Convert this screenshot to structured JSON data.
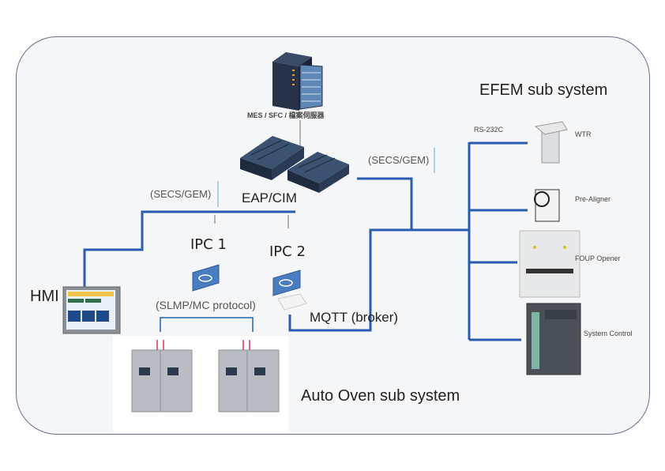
{
  "diagram": {
    "server_label": "MES / SFC / 檔案伺服器",
    "eap_label": "EAP/CIM",
    "secs_left_label": "(SECS/GEM)",
    "secs_right_label": "(SECS/GEM)",
    "ipc1_label": "IPC 1",
    "ipc2_label": "IPC 2",
    "hmi_label": "HMI",
    "slmp_label": "(SLMP/MC protocol)",
    "mqtt_label": "MQTT (broker)",
    "oven_label": "Auto Oven sub system",
    "efem_title": "EFEM sub system",
    "rs232_label": "RS-232C",
    "efem_devices": [
      {
        "name": "WTR"
      },
      {
        "name": "Pre-Aligner"
      },
      {
        "name": "FOUP Opener"
      },
      {
        "name": "System Control"
      }
    ],
    "colors": {
      "wire": "#2a5db0",
      "frame_border": "#6a6f8a",
      "background": "#f5f6f8",
      "server_dark": "#253247"
    }
  }
}
